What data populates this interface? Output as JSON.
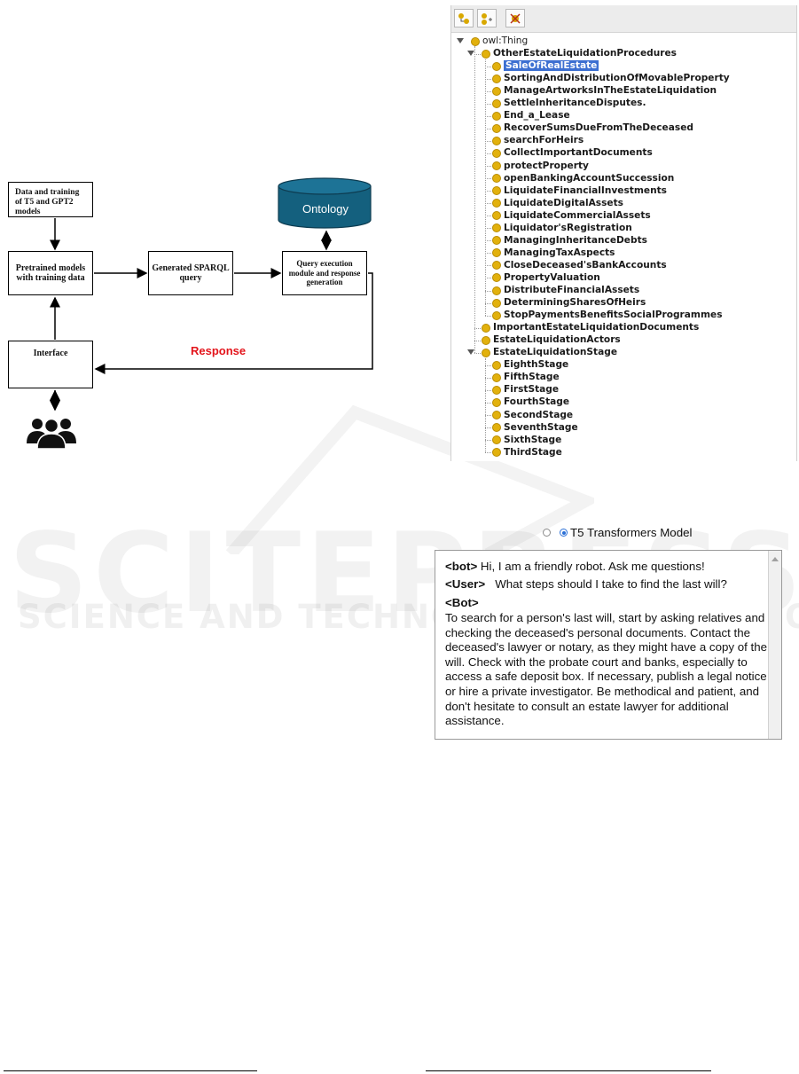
{
  "diagram": {
    "boxes": {
      "data_training": "Data and training of T5 and GPT2 models",
      "pretrained": "Pretrained models with training data",
      "sparql": "Generated SPARQL query",
      "query_exec": "Query execution module and response generation",
      "interface": "Interface",
      "ontology": "Ontology"
    },
    "response_label": "Response",
    "users_icon": "users-group-icon"
  },
  "ontology_tree": {
    "toolbar_icons": [
      "add-subclass-icon",
      "add-sibling-icon",
      "delete-class-icon"
    ],
    "root": "owl:Thing",
    "groups": [
      {
        "label": "OtherEstateLiquidationProcedures",
        "children": [
          "SaleOfRealEstate",
          "SortingAndDistributionOfMovableProperty",
          "ManageArtworksInTheEstateLiquidation",
          "SettleInheritanceDisputes.",
          "End_a_Lease",
          "RecoverSumsDueFromTheDeceased",
          "searchForHeirs",
          "CollectImportantDocuments",
          "protectProperty",
          "openBankingAccountSuccession",
          "LiquidateFinancialInvestments",
          "LiquidateDigitalAssets",
          "LiquidateCommercialAssets",
          "Liquidator'sRegistration",
          "ManagingInheritanceDebts",
          "ManagingTaxAspects",
          "CloseDeceased'sBankAccounts",
          "PropertyValuation",
          "DistributeFinancialAssets",
          "DeterminingSharesOfHeirs",
          "StopPaymentsBenefitsSocialProgrammes"
        ]
      },
      {
        "label": "ImportantEstateLiquidationDocuments",
        "children": []
      },
      {
        "label": "EstateLiquidationActors",
        "children": []
      },
      {
        "label": "EstateLiquidationStage",
        "children": [
          "EighthStage",
          "FifthStage",
          "FirstStage",
          "FourthStage",
          "SecondStage",
          "SeventhStage",
          "SixthStage",
          "ThirdStage"
        ]
      }
    ],
    "selected": "SaleOfRealEstate"
  },
  "chat": {
    "model_option": "T5 Transformers Model",
    "bot_tag": "<bot>",
    "bot_greeting": "Hi, I am a friendly robot. Ask me questions!",
    "user_tag": "<User>",
    "user_message": "What steps should I take to find the last will?",
    "bot_tag2": "<Bot>",
    "bot_answer": "To search for a person's last will, start by asking relatives and checking the deceased's personal documents. Contact the deceased's lawyer or notary, as they might have a copy of the will. Check with the probate court and banks, especially to access a safe deposit box. If necessary, publish a legal notice or hire a private investigator. Be methodical and patient, and don't hesitate to consult an estate lawyer for additional assistance."
  },
  "watermark": {
    "line1": "SCITEPRESS",
    "line2": "SCIENCE AND TECHNOLOGY PUBLICATIONS"
  }
}
